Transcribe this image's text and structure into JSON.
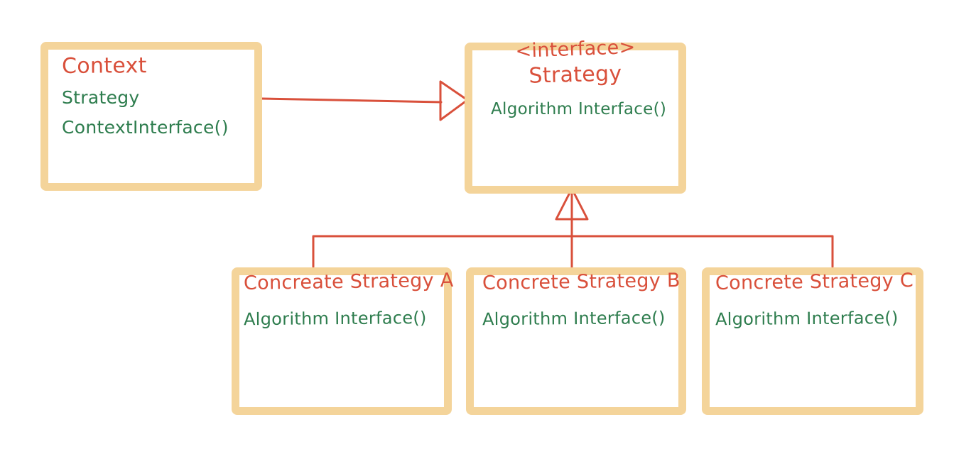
{
  "colors": {
    "box_border": "#f4d49a",
    "red_accent": "#d9503b",
    "green_accent": "#2e7d4e",
    "background": "#ffffff"
  },
  "boxes": {
    "context": {
      "name": "Context",
      "members": [
        "Strategy",
        "ContextInterface()"
      ]
    },
    "strategy": {
      "stereotype": "<interface>",
      "name": "Strategy",
      "members": [
        "Algorithm Interface()"
      ]
    },
    "concrete_a": {
      "name": "Concreate Strategy A",
      "members": [
        "Algorithm Interface()"
      ]
    },
    "concrete_b": {
      "name": "Concrete Strategy B",
      "members": [
        "Algorithm Interface()"
      ]
    },
    "concrete_c": {
      "name": "Concrete Strategy C",
      "members": [
        "Algorithm Interface()"
      ]
    }
  },
  "relations": [
    {
      "from": "Context",
      "to": "Strategy",
      "type": "realization-open-triangle"
    },
    {
      "from": "Concreate Strategy A",
      "to": "Strategy",
      "type": "inheritance-open-triangle"
    },
    {
      "from": "Concrete Strategy B",
      "to": "Strategy",
      "type": "inheritance-open-triangle"
    },
    {
      "from": "Concrete Strategy C",
      "to": "Strategy",
      "type": "inheritance-open-triangle"
    }
  ]
}
